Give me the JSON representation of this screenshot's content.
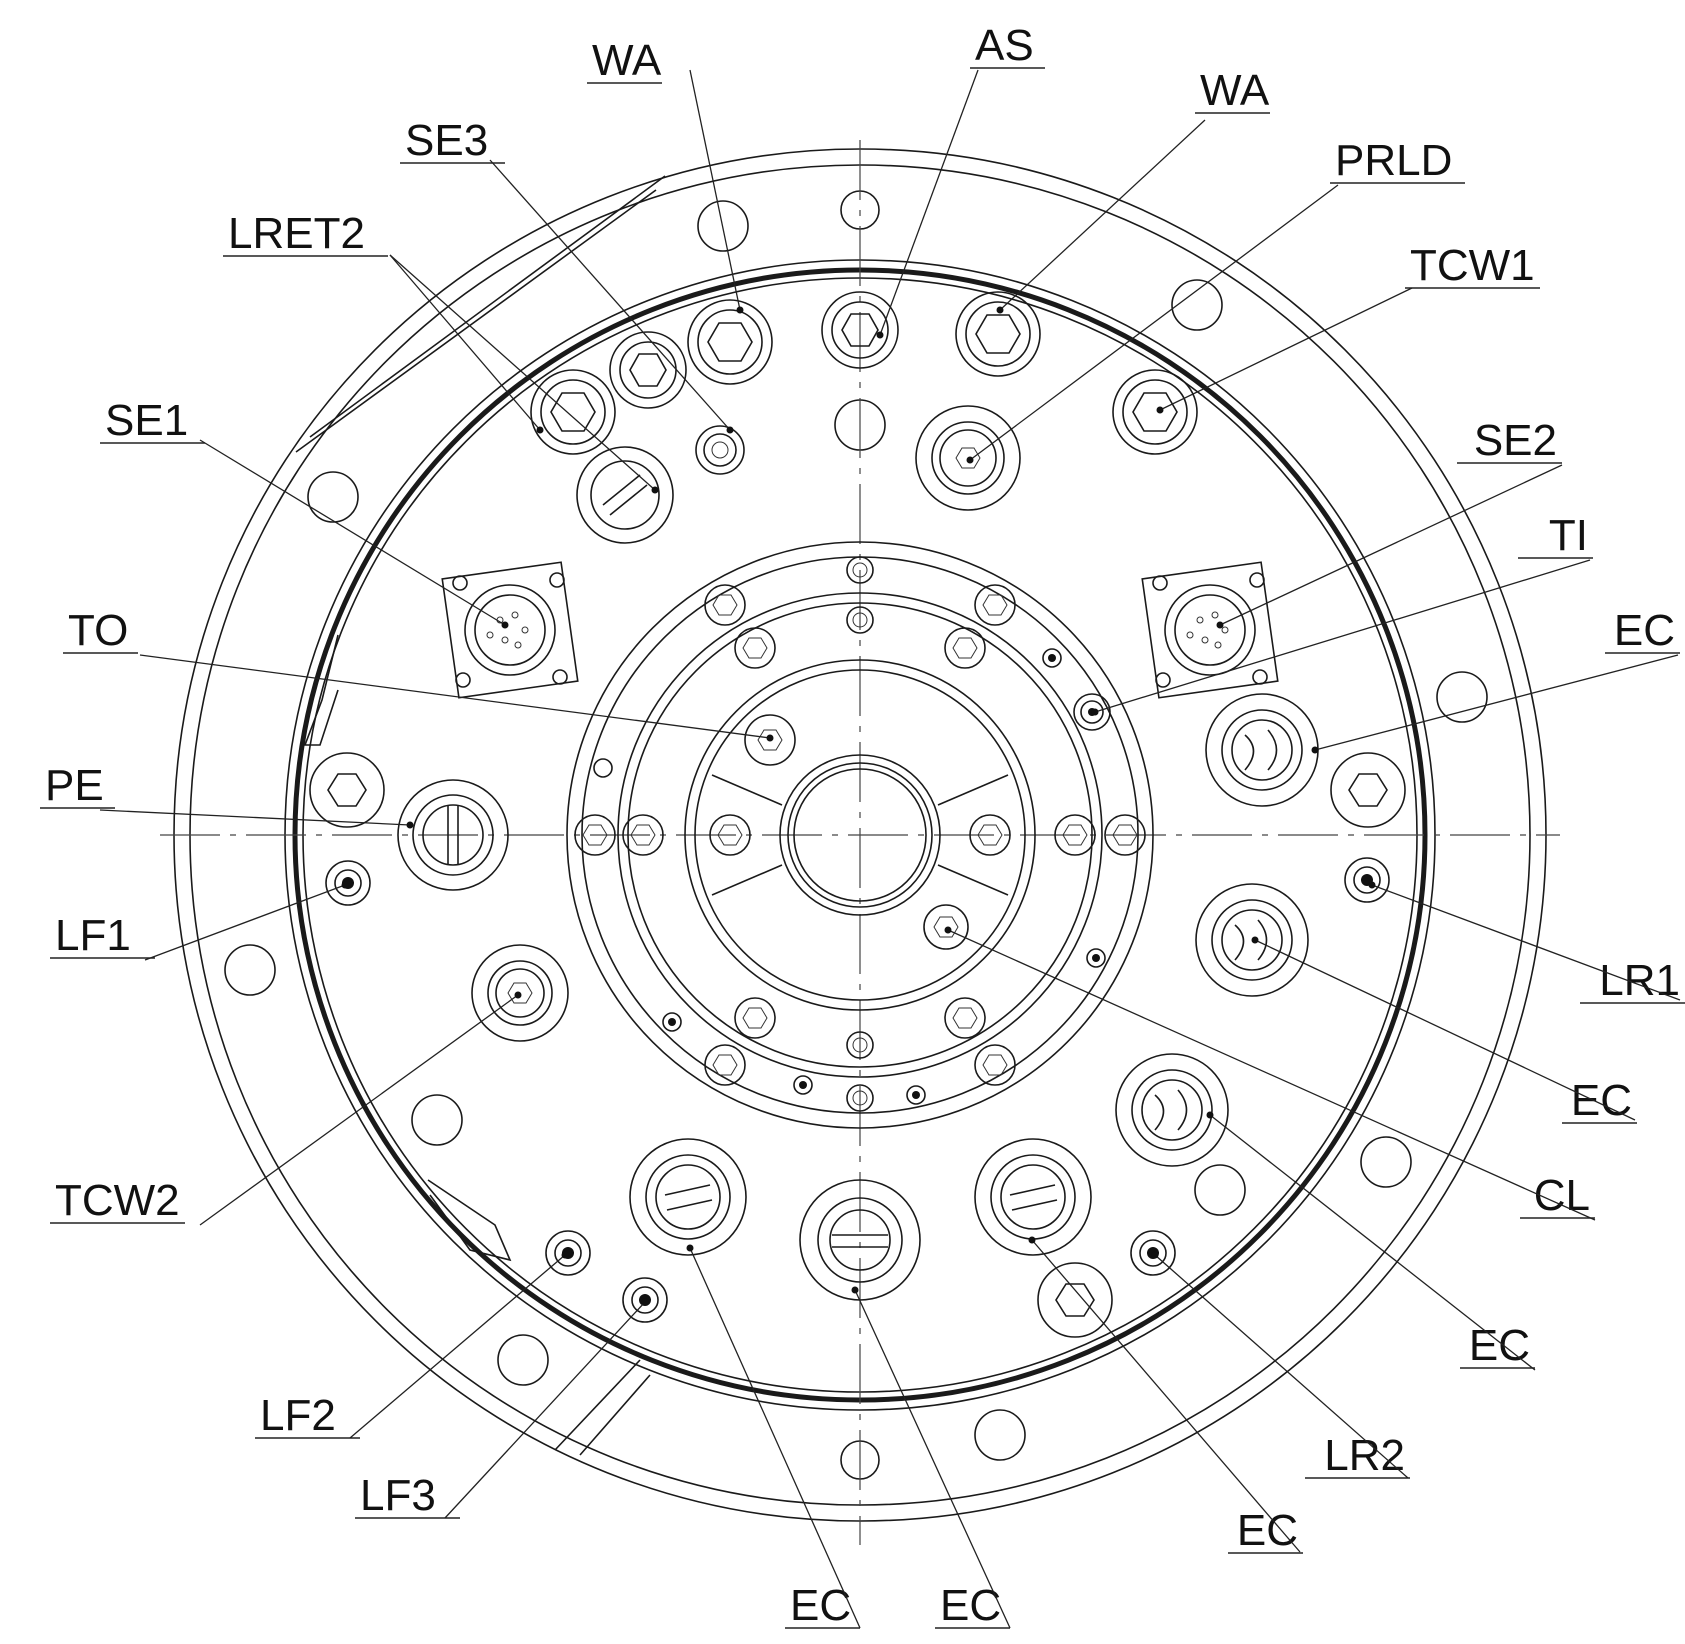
{
  "title": "",
  "callouts": [
    {
      "text": "WA"
    },
    {
      "text": "AS"
    },
    {
      "text": "WA"
    },
    {
      "text": "SE3"
    },
    {
      "text": "PRLD"
    },
    {
      "text": "LRET2"
    },
    {
      "text": "TCW1"
    },
    {
      "text": "SE1"
    },
    {
      "text": "SE2"
    },
    {
      "text": "TI"
    },
    {
      "text": "TO"
    },
    {
      "text": "EC"
    },
    {
      "text": "PE"
    },
    {
      "text": "LF1"
    },
    {
      "text": "LR1"
    },
    {
      "text": "EC"
    },
    {
      "text": "TCW2"
    },
    {
      "text": "CL"
    },
    {
      "text": "EC"
    },
    {
      "text": "LF2"
    },
    {
      "text": "LR2"
    },
    {
      "text": "LF3"
    },
    {
      "text": "EC"
    },
    {
      "text": "EC"
    },
    {
      "text": "EC"
    }
  ]
}
